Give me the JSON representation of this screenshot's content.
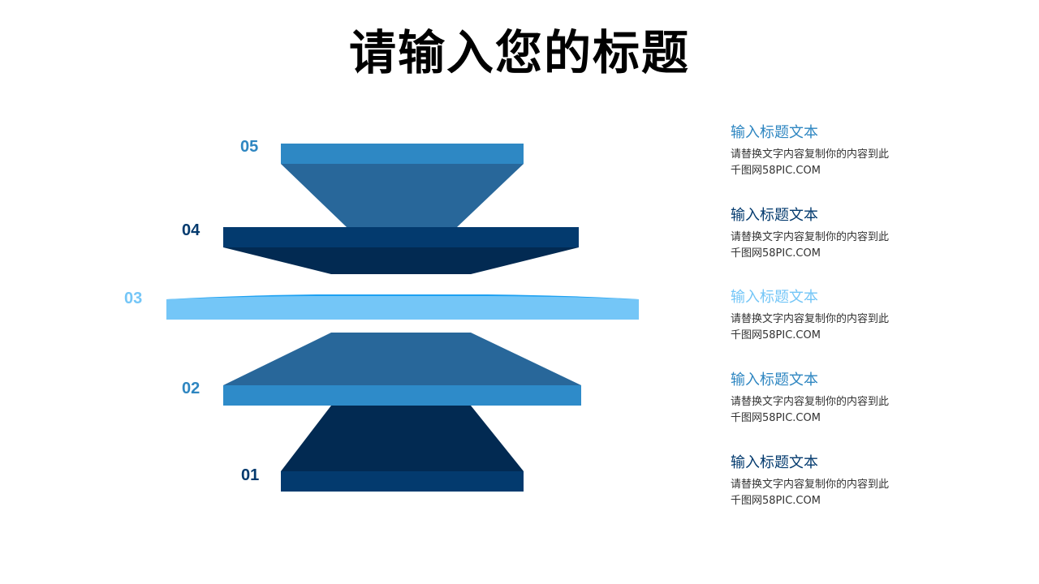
{
  "title": "请输入您的标题",
  "colors": {
    "c05_bar": "#2E88C4",
    "c05_body": "#28679A",
    "c04_bar": "#033A6E",
    "c04_body": "#022A52",
    "c03_bar": "#74C6F7",
    "c03_cap": "#1DA1F2",
    "c02_body": "#28679A",
    "c02_bar": "#2E8BC9",
    "c01_body": "#022A52",
    "c01_bar": "#033A6E"
  },
  "levels": [
    {
      "num": "05",
      "color": "#2E86C1"
    },
    {
      "num": "04",
      "color": "#033A6E"
    },
    {
      "num": "03",
      "color": "#74C6F7"
    },
    {
      "num": "02",
      "color": "#2E86C1"
    },
    {
      "num": "01",
      "color": "#033A6E"
    }
  ],
  "items": [
    {
      "title": "输入标题文本",
      "title_color": "#2E86C1",
      "desc_line1": "请替换文字内容复制你的内容到此",
      "desc_line2": "千图网58PIC.COM"
    },
    {
      "title": "输入标题文本",
      "title_color": "#033A6E",
      "desc_line1": "请替换文字内容复制你的内容到此",
      "desc_line2": "千图网58PIC.COM"
    },
    {
      "title": "输入标题文本",
      "title_color": "#74C6F7",
      "desc_line1": "请替换文字内容复制你的内容到此",
      "desc_line2": "千图网58PIC.COM"
    },
    {
      "title": "输入标题文本",
      "title_color": "#2E86C1",
      "desc_line1": "请替换文字内容复制你的内容到此",
      "desc_line2": "千图网58PIC.COM"
    },
    {
      "title": "输入标题文本",
      "title_color": "#033A6E",
      "desc_line1": "请替换文字内容复制你的内容到此",
      "desc_line2": "千图网58PIC.COM"
    }
  ]
}
